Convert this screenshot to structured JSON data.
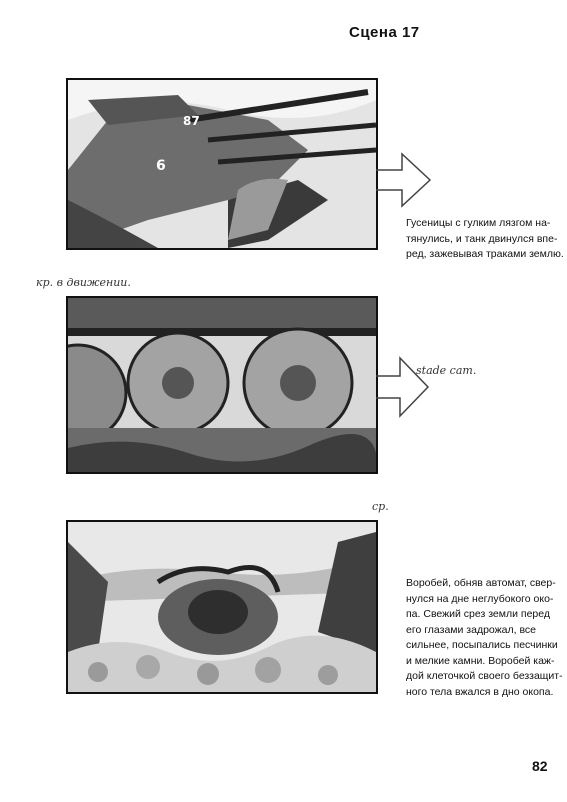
{
  "header": {
    "scene_title": "Сцена 17"
  },
  "panels": [
    {
      "sketch_notes": [],
      "caption": "Гусеницы с гулким лязгом на-\nтянулись, и танк двинулся впе-\nред, зажевывая траками землю."
    },
    {
      "sketch_notes": [
        "кр. в движении.",
        "stade cam."
      ],
      "caption": ""
    },
    {
      "sketch_notes": [
        "ср."
      ],
      "caption": "Воробей, обняв автомат, свер-\nнулся на дне неглубокого око-\nпа. Свежий срез земли перед\nего глазами задрожал, все\nсильнее, посыпались песчинки\nи мелкие камни. Воробей каж-\nдой клеточкой своего беззащит-\nного тела вжался в дно окопа."
    }
  ],
  "footer": {
    "page_number": "82"
  }
}
